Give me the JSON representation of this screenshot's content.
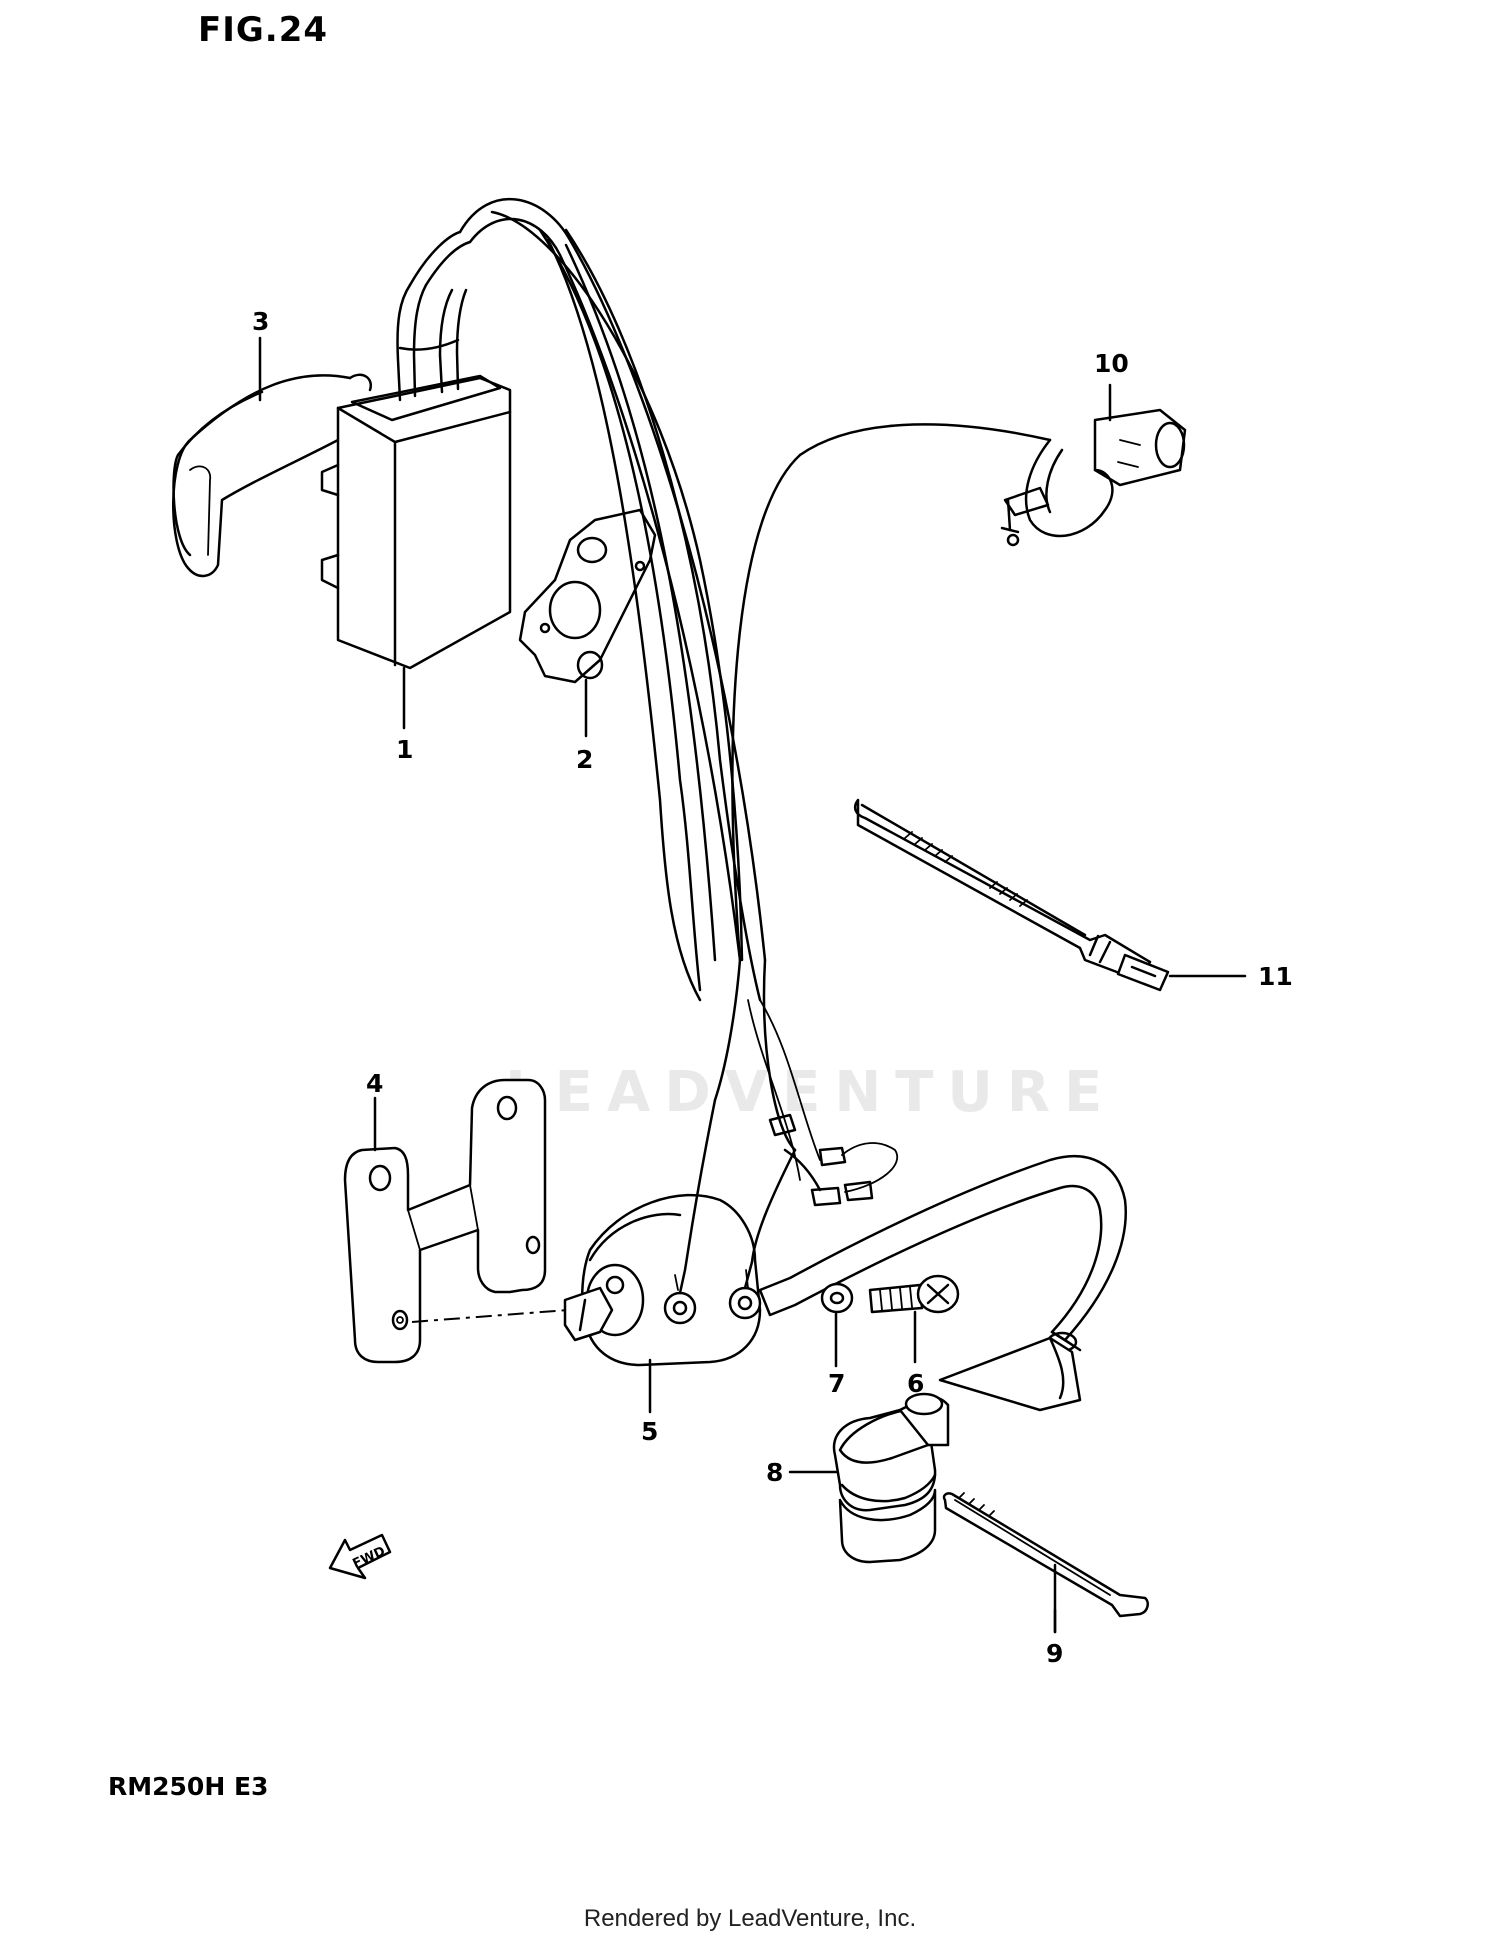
{
  "figure": {
    "title": "FIG.24"
  },
  "model": {
    "code": "RM250H E3"
  },
  "watermark": {
    "text": "LEADVENTURE"
  },
  "footer": {
    "text": "Rendered by LeadVenture, Inc."
  },
  "direction": {
    "label": "FWD"
  },
  "callouts": [
    {
      "num": "1"
    },
    {
      "num": "2"
    },
    {
      "num": "3"
    },
    {
      "num": "4"
    },
    {
      "num": "5"
    },
    {
      "num": "6"
    },
    {
      "num": "7"
    },
    {
      "num": "8"
    },
    {
      "num": "9"
    },
    {
      "num": "10"
    },
    {
      "num": "11"
    }
  ]
}
